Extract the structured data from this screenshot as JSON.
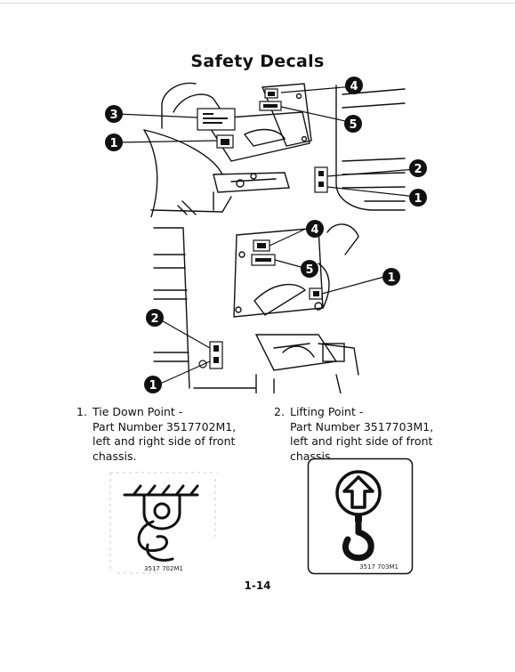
{
  "page": {
    "title": "Safety Decals",
    "page_number": "1-14"
  },
  "callouts": {
    "top": [
      "4",
      "3",
      "5",
      "1",
      "2",
      "1"
    ],
    "bottom": [
      "4",
      "5",
      "1",
      "2",
      "1"
    ]
  },
  "items": [
    {
      "number": "1.",
      "lines": [
        "Tie Down Point -",
        "Part Number 3517702M1,",
        "left and right side of front",
        "chassis."
      ]
    },
    {
      "number": "2.",
      "lines": [
        "Lifting Point -",
        "Part Number 3517703M1,",
        "left and right side of front",
        "chassis."
      ]
    }
  ],
  "decals": {
    "tie_down_code": "3517 702M1",
    "lifting_code": "3517 703M1"
  }
}
